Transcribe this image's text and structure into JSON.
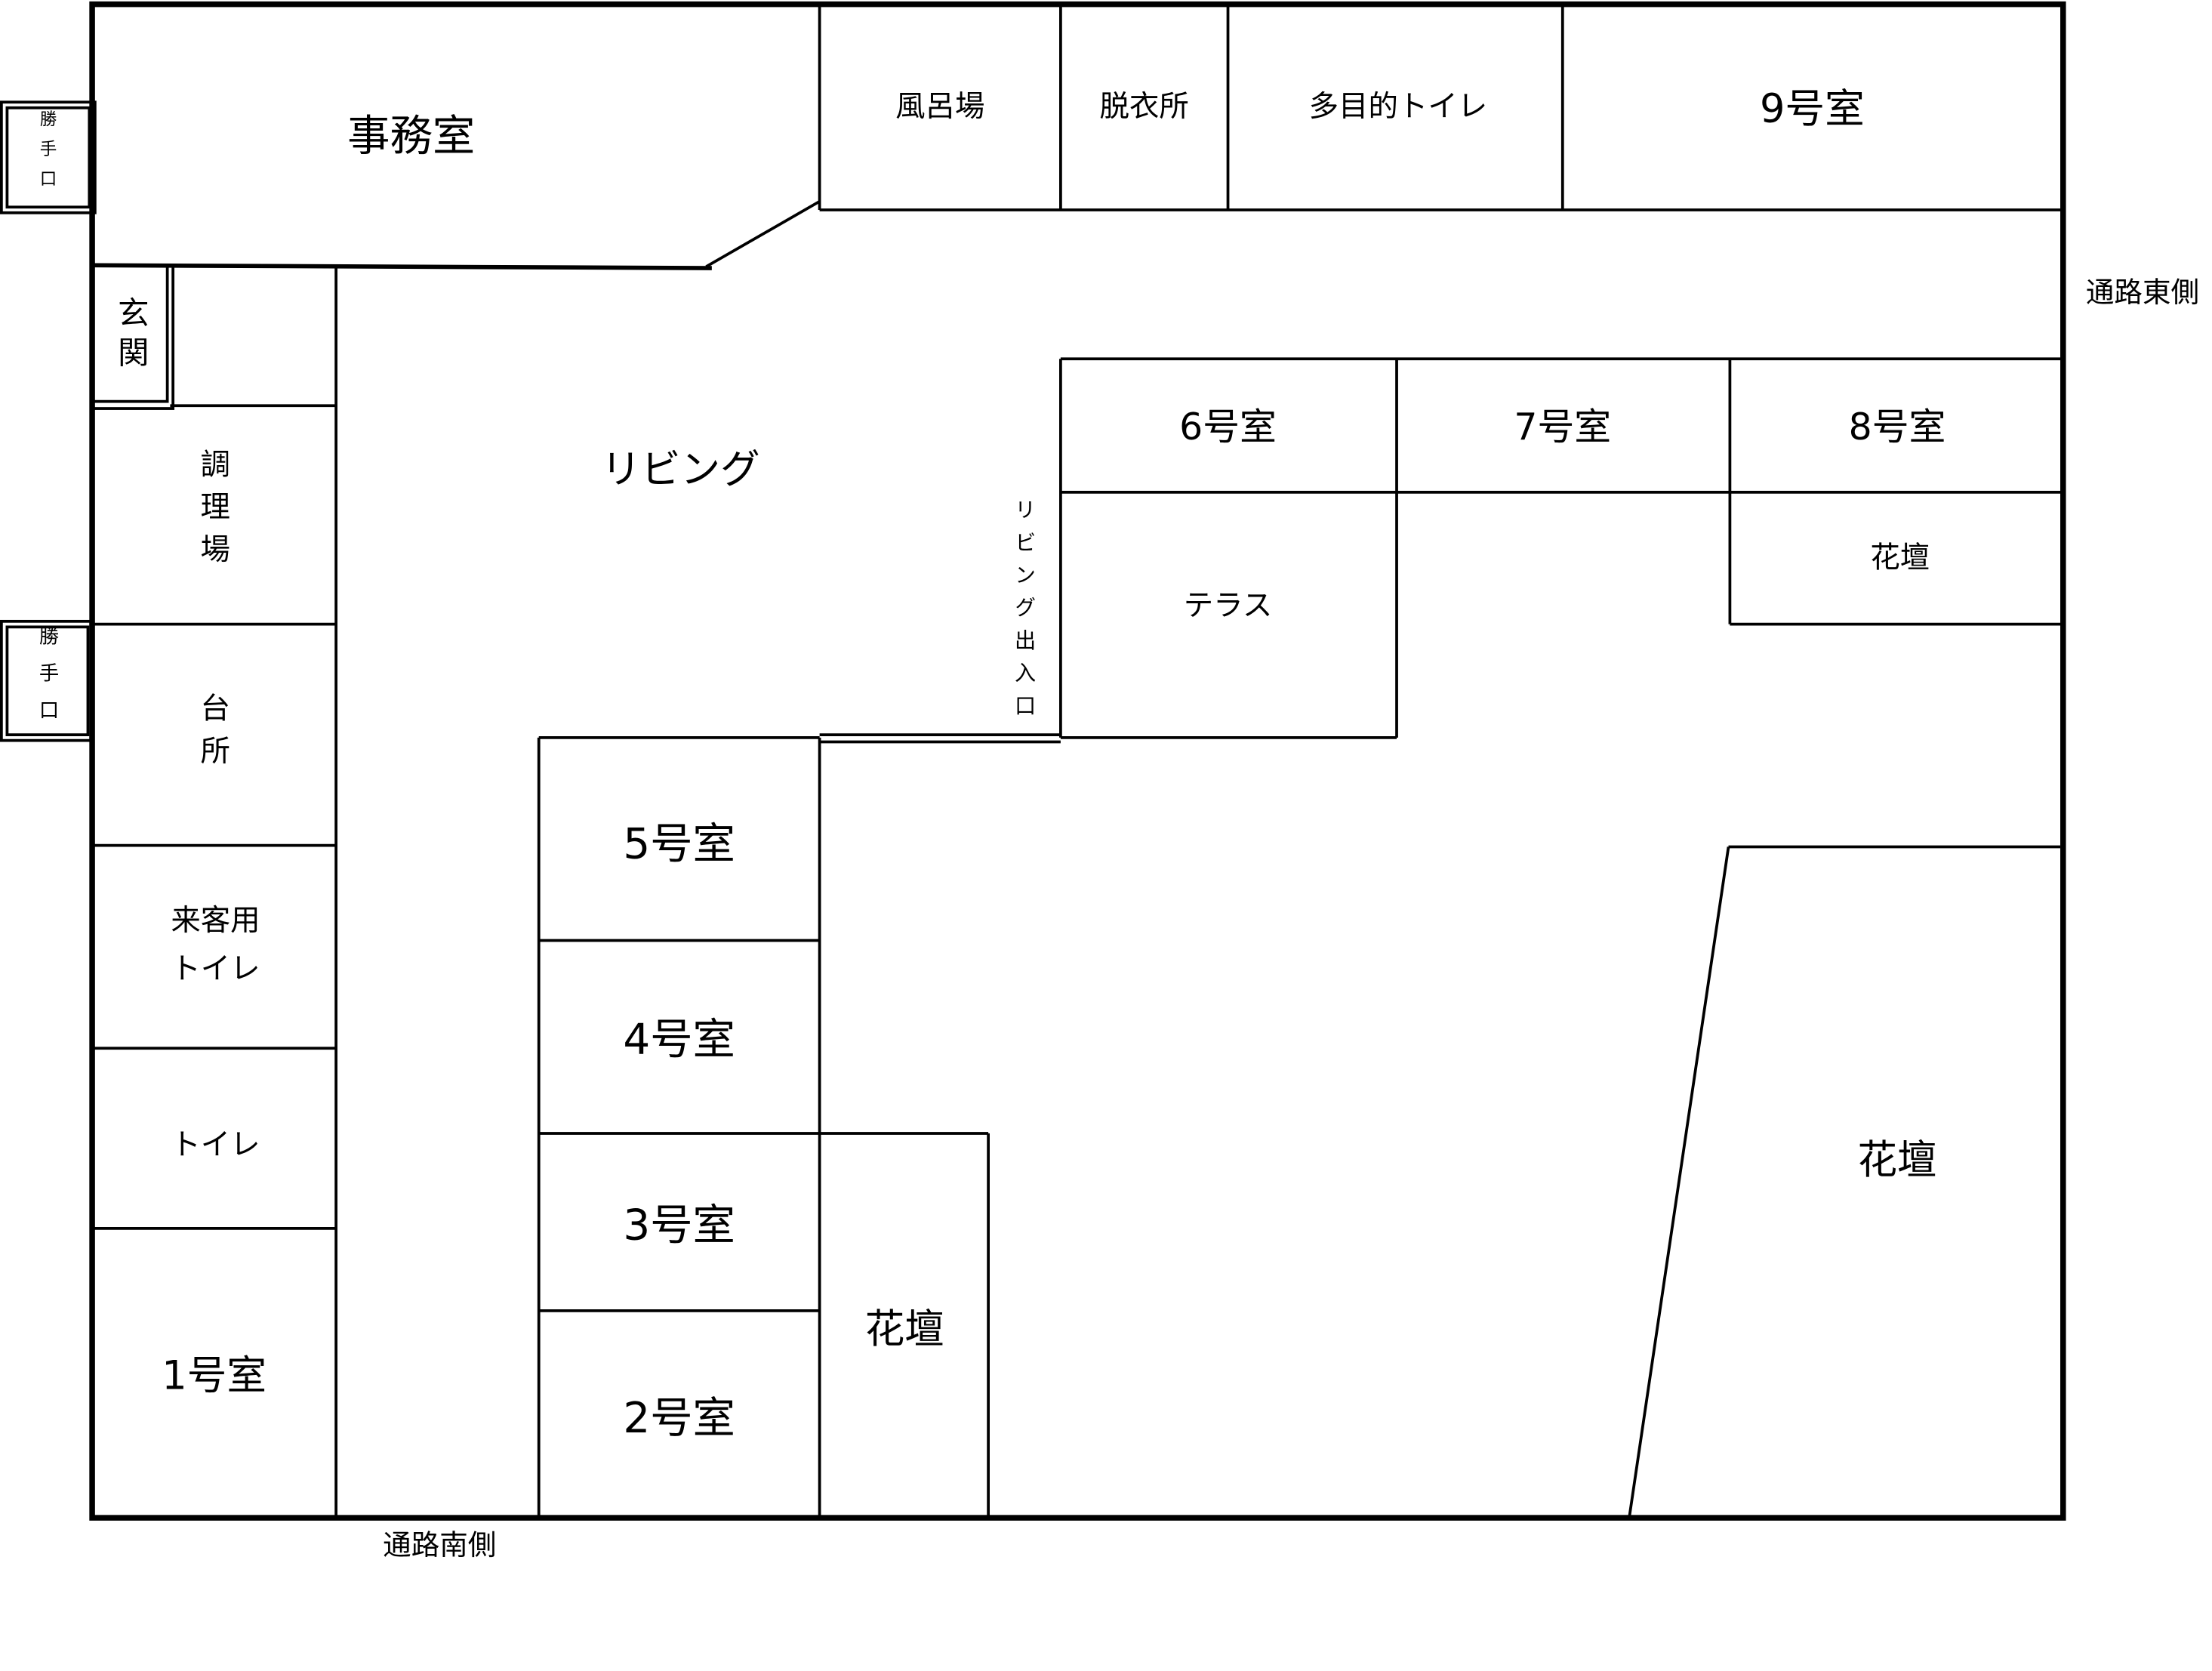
{
  "rooms": {
    "office": "事務室",
    "bath": "風呂場",
    "dressing": "脱衣所",
    "multi_toilet": "多目的トイレ",
    "room9": "9号室",
    "entrance": "玄関",
    "living": "リビング",
    "cooking": "調理場",
    "kitchen": "台所",
    "guest_toilet_line1": "来客用",
    "guest_toilet_line2": "トイレ",
    "toilet": "トイレ",
    "room1": "1号室",
    "room2": "2号室",
    "room3": "3号室",
    "room4": "4号室",
    "room5": "5号室",
    "room6": "6号室",
    "room7": "7号室",
    "room8": "8号室",
    "terrace": "テラス",
    "flowerbed_small": "花壇",
    "flowerbed_ne": "花壇",
    "flowerbed_large": "花壇",
    "living_exit": "リビング出入口"
  },
  "doors": {
    "back_door_top": "勝手口",
    "back_door_mid": "勝手口"
  },
  "street": {
    "east": "通路東側",
    "south": "通路南側"
  }
}
